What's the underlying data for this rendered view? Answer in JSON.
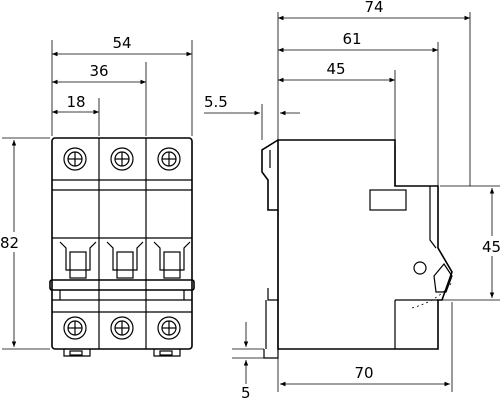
{
  "front_view": {
    "dim_width_total": "54",
    "dim_width_two_poles": "36",
    "dim_width_one_pole": "18",
    "dim_height": "82"
  },
  "side_view": {
    "dim_depth_total": "74",
    "dim_depth_61": "61",
    "dim_depth_45": "45",
    "dim_front_offset": "5.5",
    "dim_rail_height": "45",
    "dim_base_70": "70",
    "dim_clip": "5"
  }
}
